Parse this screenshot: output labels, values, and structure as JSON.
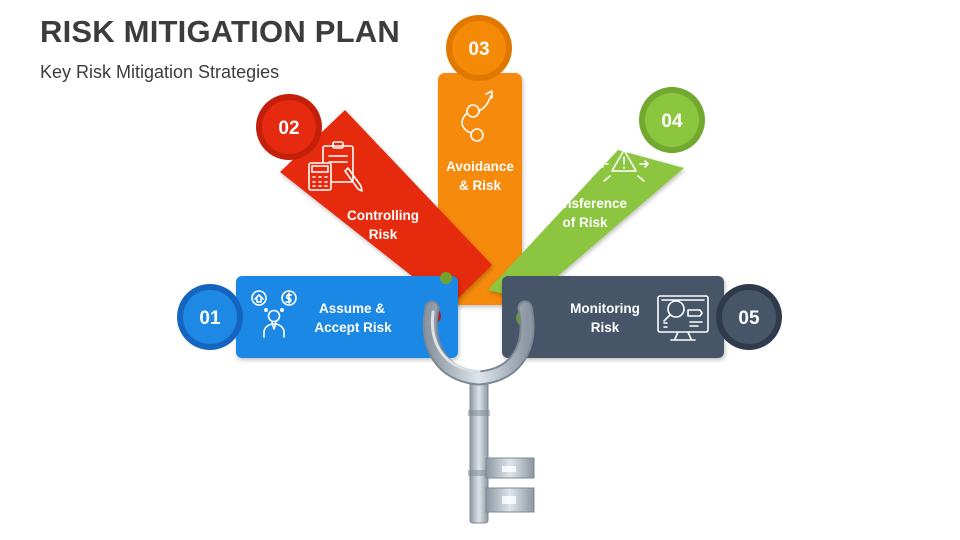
{
  "header": {
    "title": "RISK MITIGATION PLAN",
    "subtitle": "Key Risk Mitigation Strategies"
  },
  "steps": [
    {
      "number": "01",
      "line1": "Assume &",
      "line2": "Accept Risk",
      "color": "#1e88e5",
      "icon": "user-thinking-icon"
    },
    {
      "number": "02",
      "line1": "Controlling",
      "line2": "Risk",
      "color": "#e62a10",
      "icon": "clipboard-calculator-icon"
    },
    {
      "number": "03",
      "line1": "Avoidance",
      "line2": "& Risk",
      "color": "#f58a07",
      "icon": "path-arrow-icon"
    },
    {
      "number": "04",
      "line1": "Transference",
      "line2": "of Risk",
      "color": "#8cc63f",
      "icon": "warning-spread-icon"
    },
    {
      "number": "05",
      "line1": "Monitoring",
      "line2": "Risk",
      "color": "#475569",
      "icon": "monitor-magnifier-icon"
    }
  ],
  "colors": {
    "blue_dark": "#1565c0",
    "red_dark": "#c41f0a",
    "orange_dark": "#e07800",
    "green_dark": "#71a830",
    "slate_dark": "#2f3b4d",
    "key_metal": "#aab4be"
  }
}
